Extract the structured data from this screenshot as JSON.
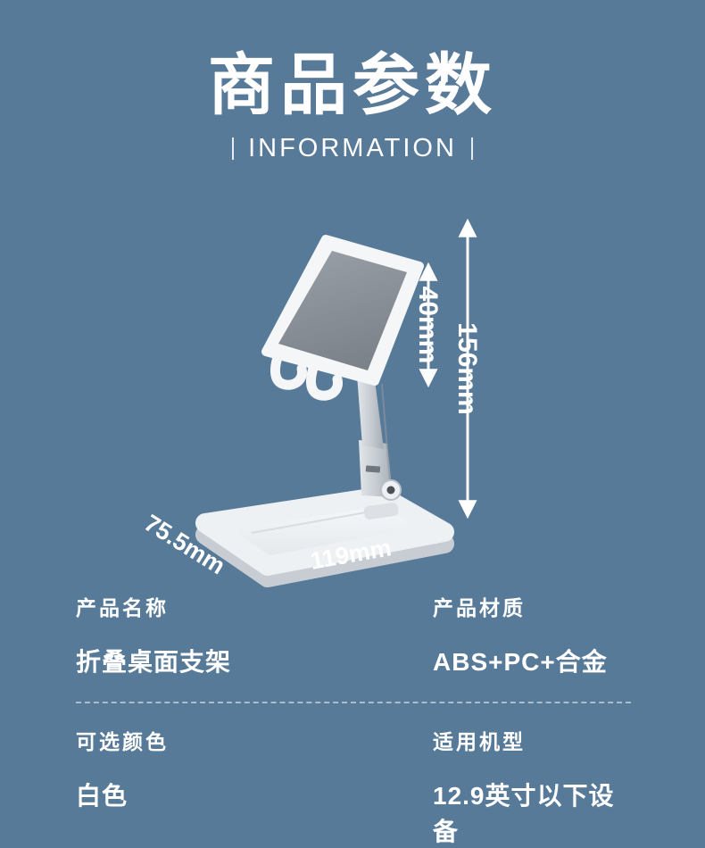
{
  "page": {
    "bg_color": "#587a99",
    "text_color": "#ffffff"
  },
  "header": {
    "title": "商品参数",
    "subtitle": "INFORMATION"
  },
  "diagram": {
    "pad_height": "40mm",
    "total_height": "156mm",
    "base_depth": "75.5mm",
    "base_width": "119mm"
  },
  "specs": [
    {
      "label": "产品名称",
      "value": "折叠桌面支架"
    },
    {
      "label": "产品材质",
      "value": "ABS+PC+合金"
    },
    {
      "label": "可选颜色",
      "value": "白色"
    },
    {
      "label": "适用机型",
      "value": "12.9英寸以下设备"
    }
  ]
}
